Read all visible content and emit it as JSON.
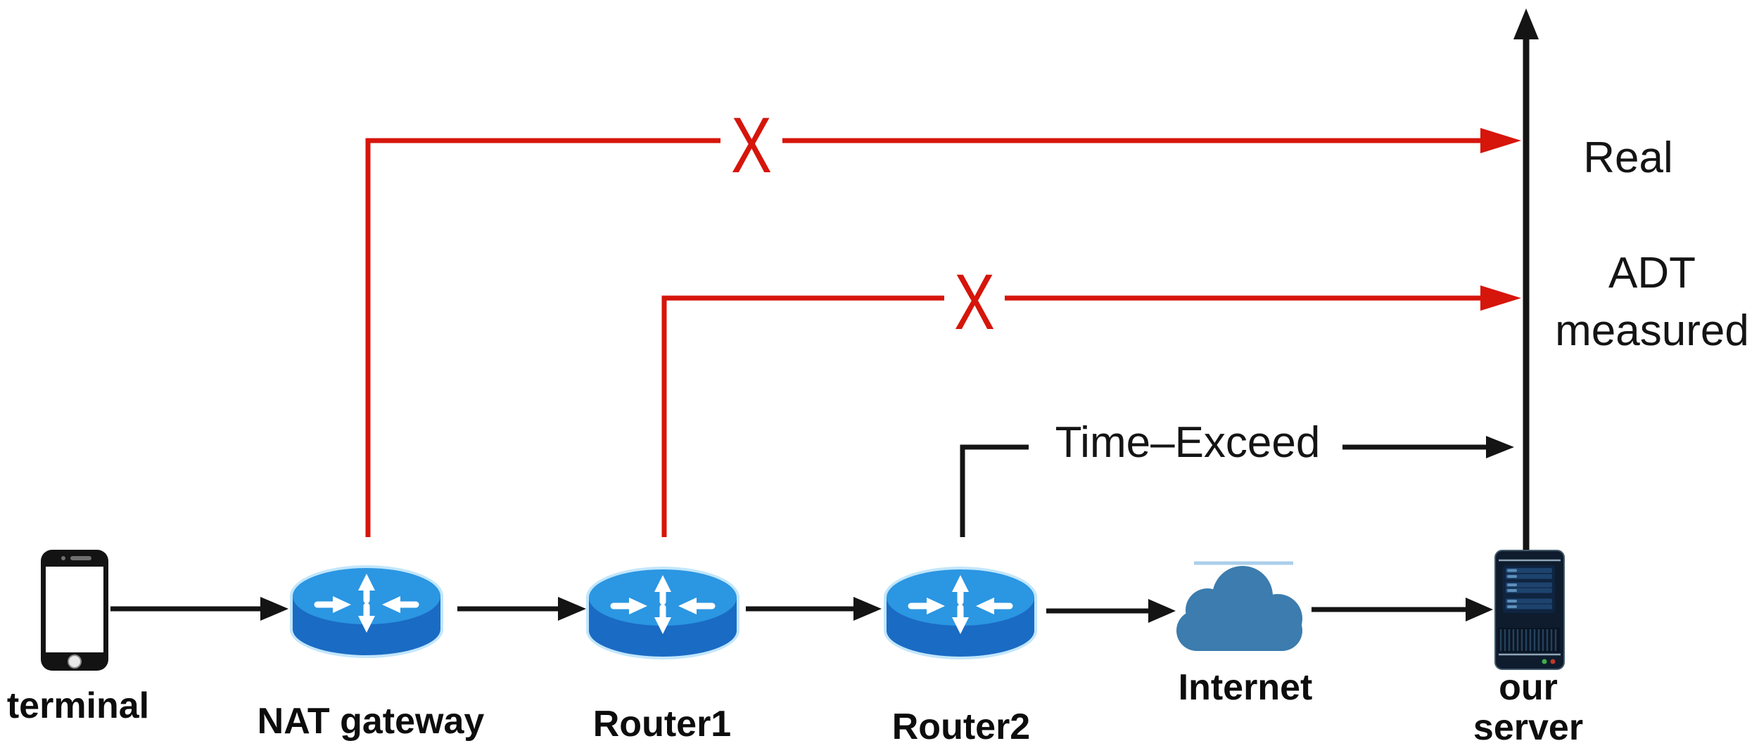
{
  "figure": {
    "background": "#ffffff",
    "nodes": [
      {
        "id": "terminal",
        "label": "terminal",
        "icon": "smartphone-icon"
      },
      {
        "id": "nat-gateway",
        "label": "NAT gateway",
        "icon": "router-icon"
      },
      {
        "id": "router1",
        "label": "Router1",
        "icon": "router-icon"
      },
      {
        "id": "router2",
        "label": "Router2",
        "icon": "router-icon"
      },
      {
        "id": "internet",
        "label": "Internet",
        "icon": "cloud-icon"
      },
      {
        "id": "our-server",
        "label_line1": "our",
        "label_line2": "server",
        "icon": "server-tower-icon"
      }
    ],
    "annotations": {
      "real": "Real",
      "adt_line1": "ADT",
      "adt_line2": "measured",
      "time_exceed": "Time–Exceed",
      "blocked_mark": "X"
    },
    "colors": {
      "flow_line": "#141414",
      "blocked_line": "#d6150b",
      "router_top": "#2b96e2",
      "router_side": "#1a6bc4",
      "router_glow": "#c2e6fb",
      "cloud": "#3c7cae",
      "cloud_highlight": "#aacfec",
      "server_body": "#0e1c2d",
      "server_bar": "#1d436e",
      "led_green": "#3fae49",
      "led_red": "#c0392b"
    }
  }
}
